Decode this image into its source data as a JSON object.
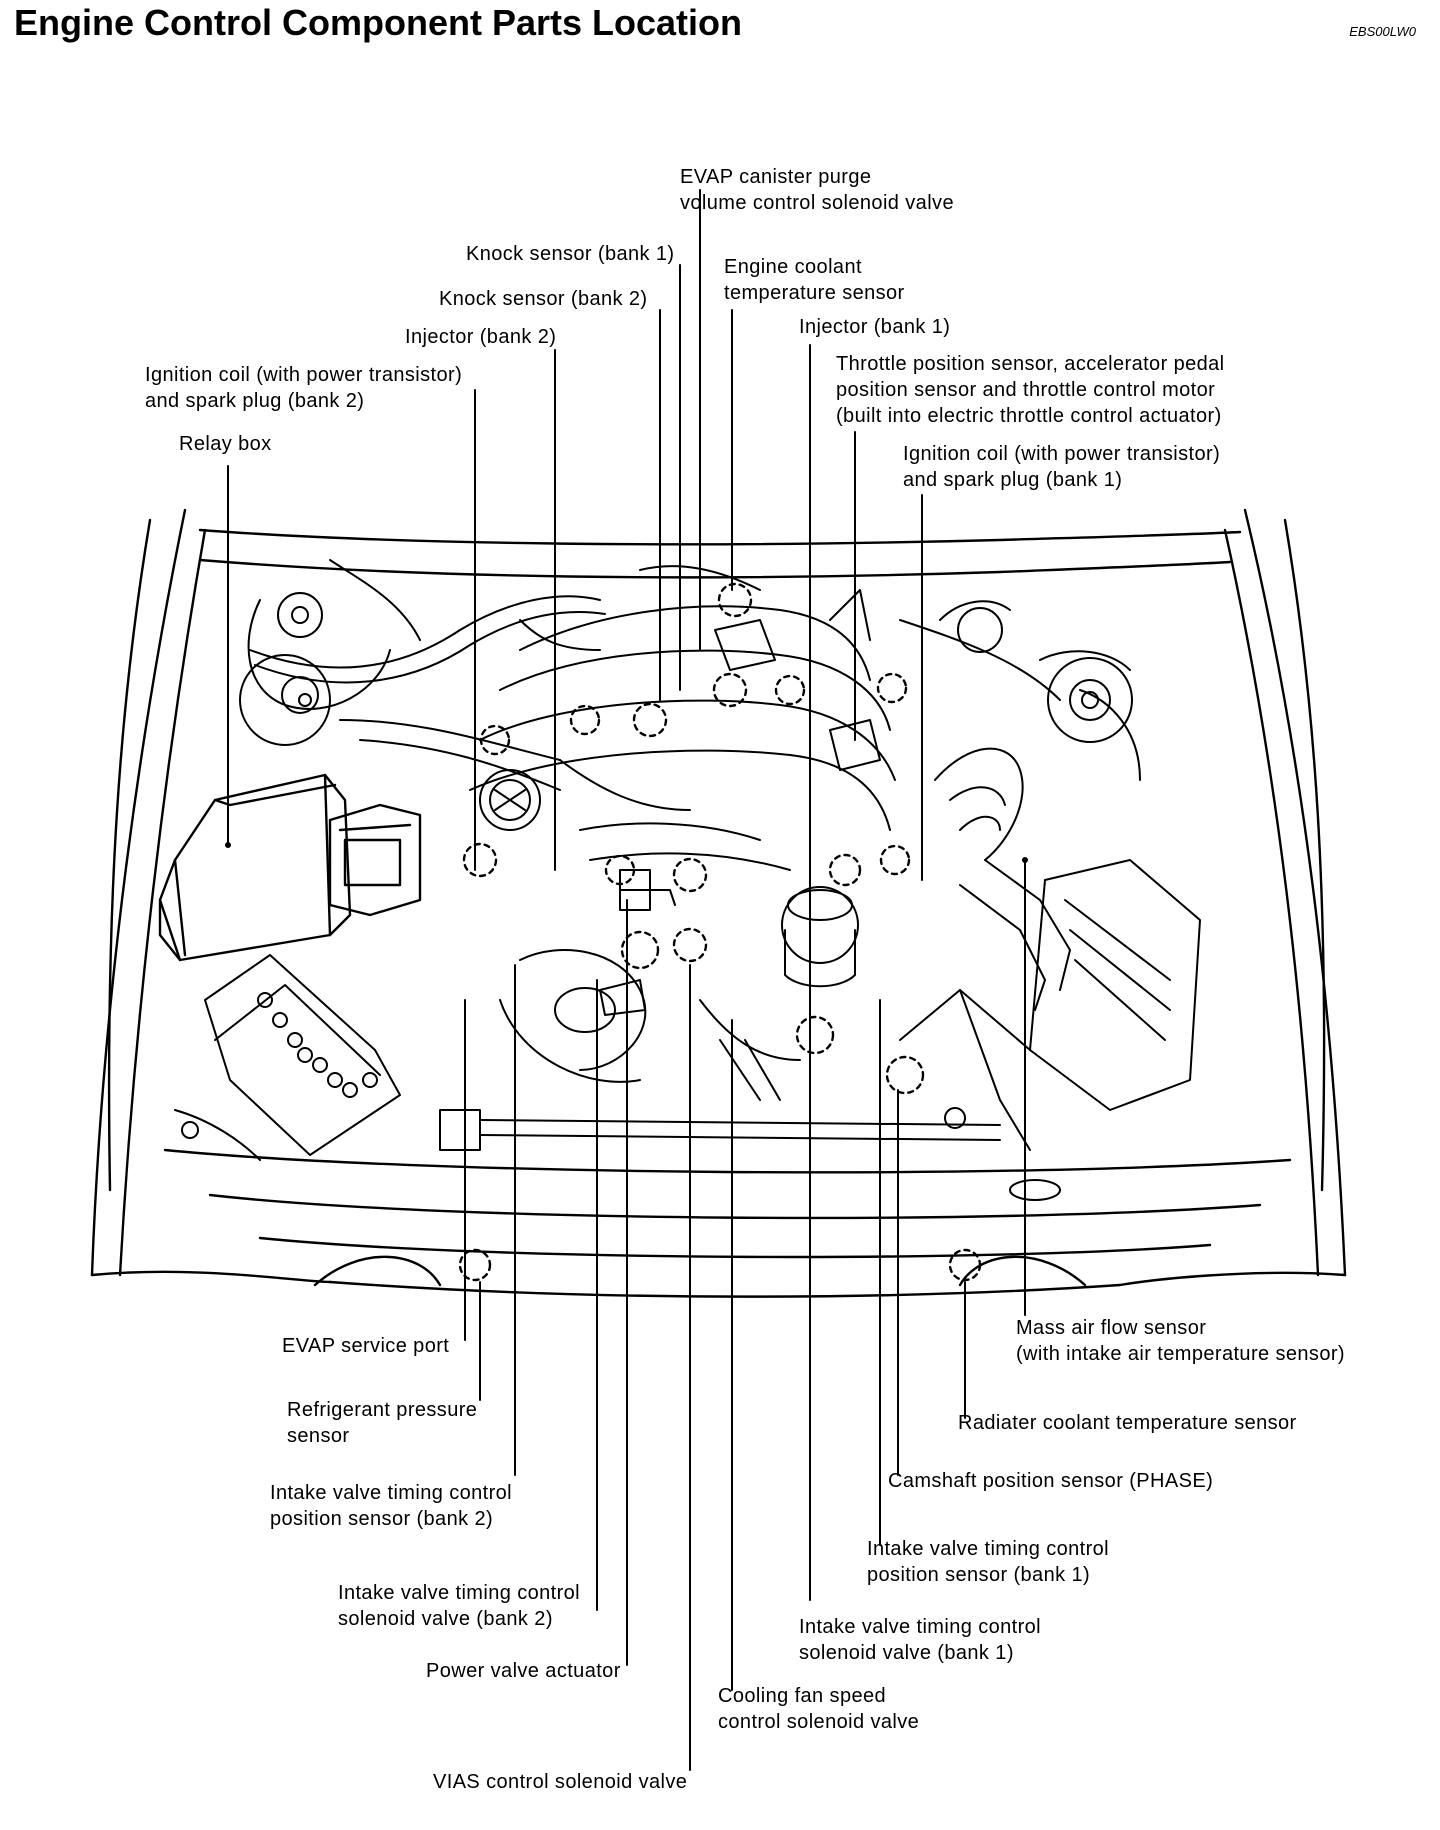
{
  "header": {
    "title": "Engine Control Component Parts Location",
    "code": "EBS00LW0"
  },
  "labels": {
    "evap_purge": "EVAP canister purge\nvolume control solenoid valve",
    "knock_bank1": "Knock sensor (bank 1)",
    "knock_bank2": "Knock sensor (bank 2)",
    "coolant_temp": "Engine coolant\ntemperature sensor",
    "injector_bank1": "Injector (bank 1)",
    "injector_bank2": "Injector (bank 2)",
    "throttle": "Throttle position sensor, accelerator pedal\nposition sensor and throttle control motor\n(built into electric throttle control actuator)",
    "ign_coil_bank2": "Ignition coil (with power transistor)\nand spark plug (bank 2)",
    "ign_coil_bank1": "Ignition coil (with power transistor)\nand spark plug (bank 1)",
    "relay_box": "Relay box",
    "evap_service_port": "EVAP service port",
    "refrigerant": "Refrigerant pressure\nsensor",
    "ivt_pos_bank2": "Intake valve timing control\nposition sensor (bank 2)",
    "ivt_sol_bank2": "Intake valve timing control\nsolenoid valve (bank 2)",
    "power_valve": "Power valve actuator",
    "vias": "VIAS control solenoid valve",
    "cooling_fan": "Cooling fan speed\ncontrol solenoid valve",
    "ivt_sol_bank1": "Intake valve timing control\nsolenoid valve (bank 1)",
    "ivt_pos_bank1": "Intake valve timing control\nposition sensor (bank 1)",
    "camshaft": "Camshaft position sensor (PHASE)",
    "radiator_coolant": "Radiater coolant temperature sensor",
    "maf": "Mass air flow sensor\n(with intake air temperature sensor)"
  }
}
